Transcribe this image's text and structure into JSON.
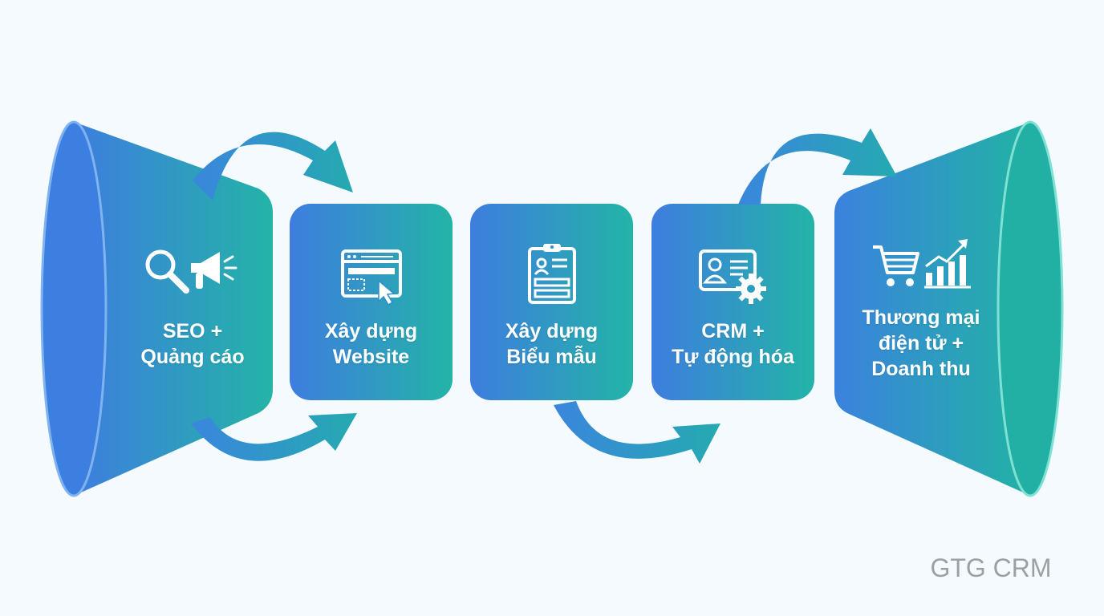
{
  "diagram": {
    "stages": [
      {
        "line1": "SEO +",
        "line2": "Quảng cáo",
        "icons": [
          "search-icon",
          "megaphone-icon"
        ]
      },
      {
        "line1": "Xây dựng",
        "line2": "Website",
        "icons": [
          "browser-cursor-icon"
        ]
      },
      {
        "line1": "Xây dựng",
        "line2": "Biểu mẫu",
        "icons": [
          "clipboard-form-icon"
        ]
      },
      {
        "line1": "CRM +",
        "line2": "Tự động hóa",
        "icons": [
          "contact-card-gear-icon"
        ]
      },
      {
        "line1": "Thương mại",
        "line2": "điện tử +",
        "line3": "Doanh thu",
        "icons": [
          "shopping-cart-icon",
          "growth-chart-icon"
        ]
      }
    ],
    "colors": {
      "gradient_start": "#3f7fe0",
      "gradient_end": "#22b5a6",
      "arrow": "#3a8fd8",
      "background": "#f4fafd"
    }
  },
  "watermark": "GTG CRM"
}
